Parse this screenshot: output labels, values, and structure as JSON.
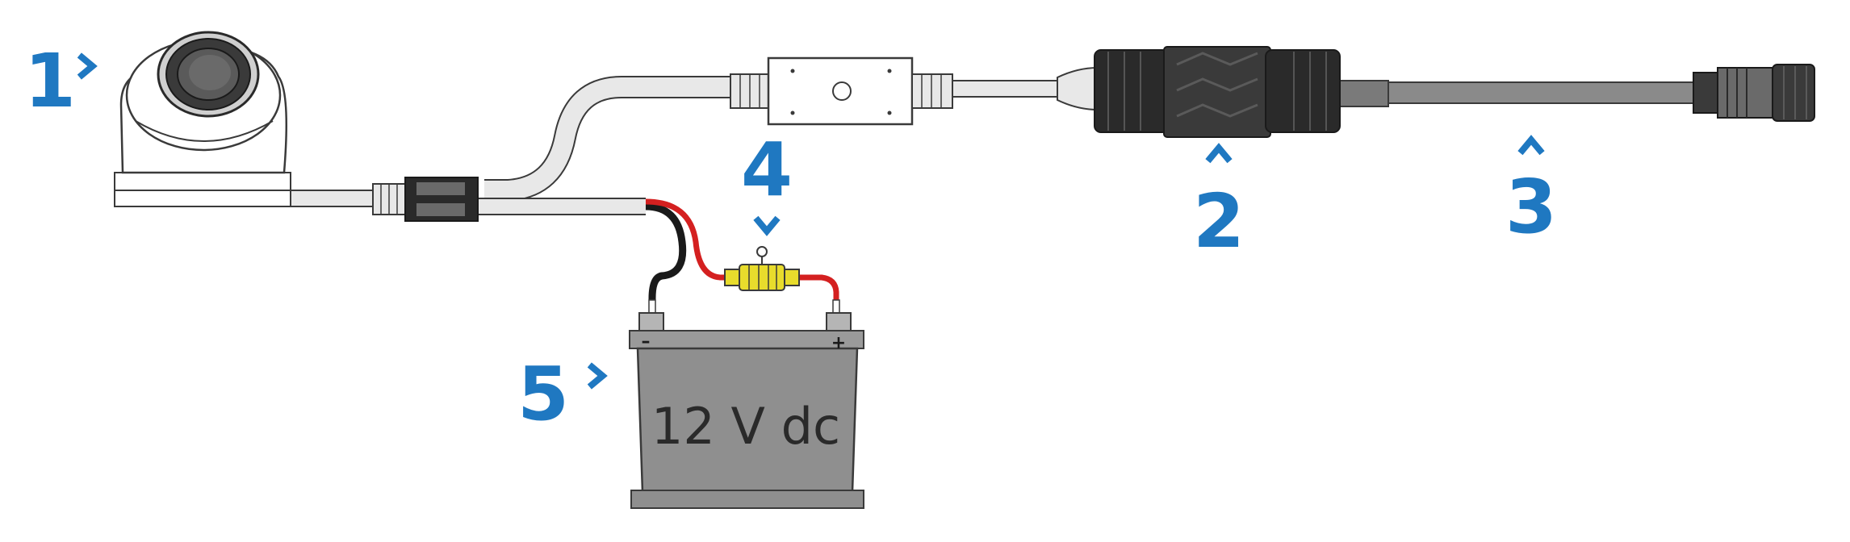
{
  "diagram": {
    "colors": {
      "callout": "#1f78c1",
      "outline": "#3a3a3a",
      "cable_fill": "#e8e8e8",
      "connector_dark": "#2a2a2a",
      "grey_cable": "#8a8a8a",
      "battery_fill": "#8f8f8f",
      "red_wire": "#d42020",
      "black_wire": "#1a1a1a",
      "fuse_fill": "#e8dc2c"
    },
    "callouts": [
      {
        "id": "1",
        "label": "1",
        "target": "camera",
        "arrow": "right"
      },
      {
        "id": "2",
        "label": "2",
        "target": "inline-connector",
        "arrow": "up"
      },
      {
        "id": "3",
        "label": "3",
        "target": "extension-cable",
        "arrow": "up"
      },
      {
        "id": "4",
        "label": "4",
        "target": "fuse",
        "arrow": "down"
      },
      {
        "id": "5",
        "label": "5",
        "target": "battery",
        "arrow": "right"
      }
    ],
    "battery": {
      "label": "12 V dc",
      "negative": "–",
      "positive": "+"
    }
  }
}
